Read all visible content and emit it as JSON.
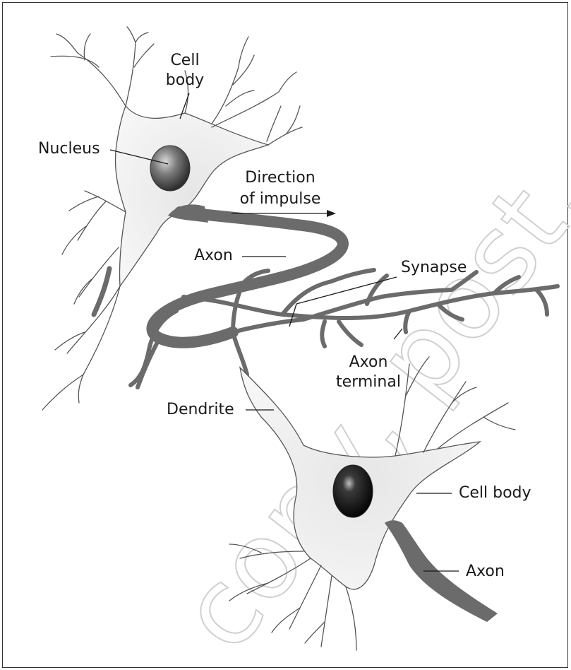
{
  "labels": {
    "cell_body_top_line1": "Cell",
    "cell_body_top_line2": "body",
    "nucleus": "Nucleus",
    "direction_line1": "Direction",
    "direction_line2": "of impulse",
    "axon_top": "Axon",
    "synapse": "Synapse",
    "axon_terminal_line1": "Axon",
    "axon_terminal_line2": "terminal",
    "dendrite": "Dendrite",
    "cell_body_bottom": "Cell body",
    "axon_bottom": "Axon"
  },
  "watermark": "copy, post, or dis",
  "colors": {
    "axon": "#6b6b6b",
    "outline": "#555555",
    "cytoplasm": "#ececec",
    "nucleus_top": "#5a5a5a",
    "nucleus_bottom": "#111111"
  }
}
